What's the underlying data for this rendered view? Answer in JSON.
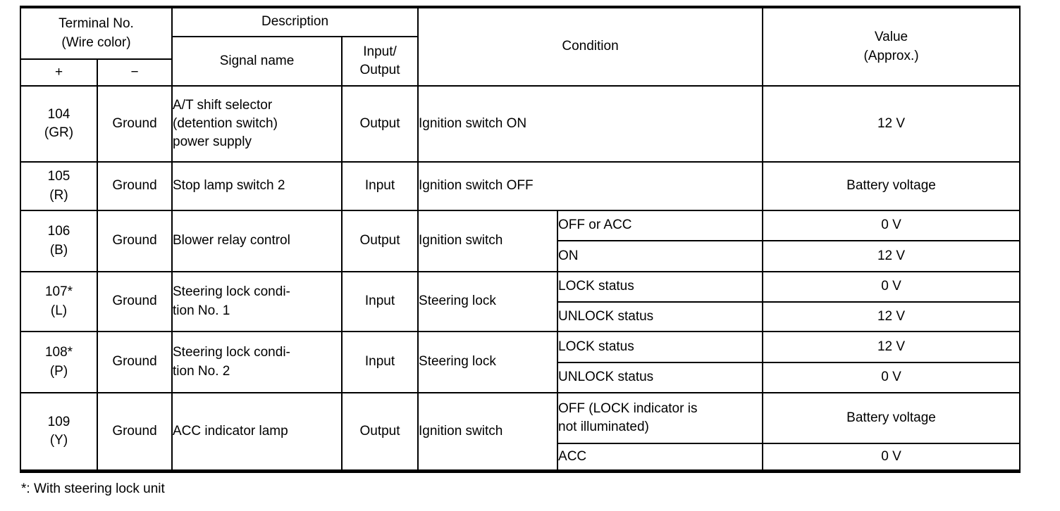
{
  "table": {
    "header": {
      "terminal_no": "Terminal No.\n(Wire color)",
      "plus": "+",
      "minus": "−",
      "description": "Description",
      "signal_name": "Signal name",
      "input_output": "Input/\nOutput",
      "condition": "Condition",
      "value": "Value\n(Approx.)"
    },
    "rows": [
      {
        "terminal": "104\n(GR)",
        "ground": "Ground",
        "signal": "A/T shift selector\n(detention switch)\npower supply",
        "io": "Output",
        "condition": "Ignition switch ON",
        "value": "12 V"
      },
      {
        "terminal": "105\n(R)",
        "ground": "Ground",
        "signal": "Stop lamp switch 2",
        "io": "Input",
        "condition": "Ignition switch OFF",
        "value": "Battery voltage"
      },
      {
        "terminal": "106\n(B)",
        "ground": "Ground",
        "signal": "Blower relay control",
        "io": "Output",
        "condition_main": "Ignition switch",
        "sub_conditions": [
          {
            "label": "OFF or ACC",
            "value": "0 V"
          },
          {
            "label": "ON",
            "value": "12 V"
          }
        ]
      },
      {
        "terminal": "107*\n(L)",
        "ground": "Ground",
        "signal": "Steering lock condi-\ntion No. 1",
        "io": "Input",
        "condition_main": "Steering lock",
        "sub_conditions": [
          {
            "label": "LOCK status",
            "value": "0 V"
          },
          {
            "label": "UNLOCK status",
            "value": "12 V"
          }
        ]
      },
      {
        "terminal": "108*\n(P)",
        "ground": "Ground",
        "signal": "Steering lock condi-\ntion No. 2",
        "io": "Input",
        "condition_main": "Steering lock",
        "sub_conditions": [
          {
            "label": "LOCK status",
            "value": "12 V"
          },
          {
            "label": "UNLOCK status",
            "value": "0 V"
          }
        ]
      },
      {
        "terminal": "109\n(Y)",
        "ground": "Ground",
        "signal": "ACC indicator lamp",
        "io": "Output",
        "condition_main": "Ignition switch",
        "sub_conditions": [
          {
            "label": "OFF (LOCK indicator is\nnot illuminated)",
            "value": "Battery voltage"
          },
          {
            "label": "ACC",
            "value": "0 V"
          }
        ]
      }
    ],
    "footnote": "*: With steering lock unit"
  }
}
